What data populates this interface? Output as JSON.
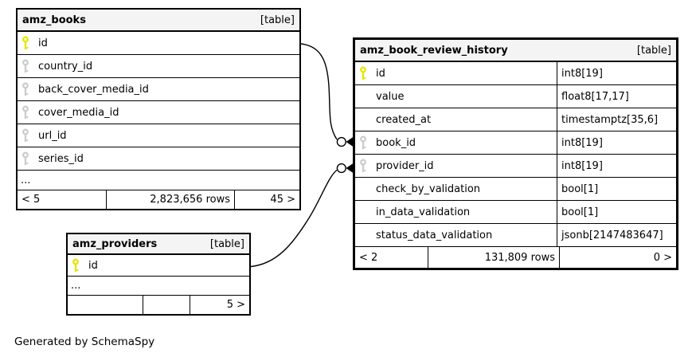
{
  "diagram": {
    "generator_note": "Generated by SchemaSpy",
    "colors": {
      "header_bg": "#f4f4f4",
      "row_bg": "#ffffff",
      "border": "#000000",
      "primary_key_color": "#e6e600",
      "foreign_key_color": "#cccccc"
    },
    "tables": [
      {
        "name": "amz_books",
        "badge": "[table]",
        "columns": [
          {
            "name": "id",
            "key": "primary",
            "type": ""
          },
          {
            "name": "country_id",
            "key": "foreign",
            "type": ""
          },
          {
            "name": "back_cover_media_id",
            "key": "foreign",
            "type": ""
          },
          {
            "name": "cover_media_id",
            "key": "foreign",
            "type": ""
          },
          {
            "name": "url_id",
            "key": "foreign",
            "type": ""
          },
          {
            "name": "series_id",
            "key": "foreign",
            "type": ""
          },
          {
            "name": "...",
            "key": "ellipsis",
            "type": ""
          }
        ],
        "footer": {
          "left": "< 5",
          "center": "2,823,656 rows",
          "right": "45 >"
        }
      },
      {
        "name": "amz_book_review_history",
        "badge": "[table]",
        "columns": [
          {
            "name": "id",
            "key": "primary",
            "type": "int8[19]"
          },
          {
            "name": "value",
            "key": "none",
            "type": "float8[17,17]"
          },
          {
            "name": "created_at",
            "key": "none",
            "type": "timestamptz[35,6]"
          },
          {
            "name": "book_id",
            "key": "foreign",
            "type": "int8[19]"
          },
          {
            "name": "provider_id",
            "key": "foreign",
            "type": "int8[19]"
          },
          {
            "name": "check_by_validation",
            "key": "none",
            "type": "bool[1]"
          },
          {
            "name": "in_data_validation",
            "key": "none",
            "type": "bool[1]"
          },
          {
            "name": "status_data_validation",
            "key": "none",
            "type": "jsonb[2147483647]"
          }
        ],
        "footer": {
          "left": "< 2",
          "center": "131,809 rows",
          "right": "0 >"
        }
      },
      {
        "name": "amz_providers",
        "badge": "[table]",
        "columns": [
          {
            "name": "id",
            "key": "primary",
            "type": ""
          },
          {
            "name": "...",
            "key": "ellipsis",
            "type": ""
          }
        ],
        "footer": {
          "left": "",
          "center": "",
          "right": "5 >"
        }
      }
    ],
    "relationships": [
      {
        "from": "amz_books.id",
        "to": "amz_book_review_history.book_id"
      },
      {
        "from": "amz_providers.id",
        "to": "amz_book_review_history.provider_id"
      }
    ]
  }
}
